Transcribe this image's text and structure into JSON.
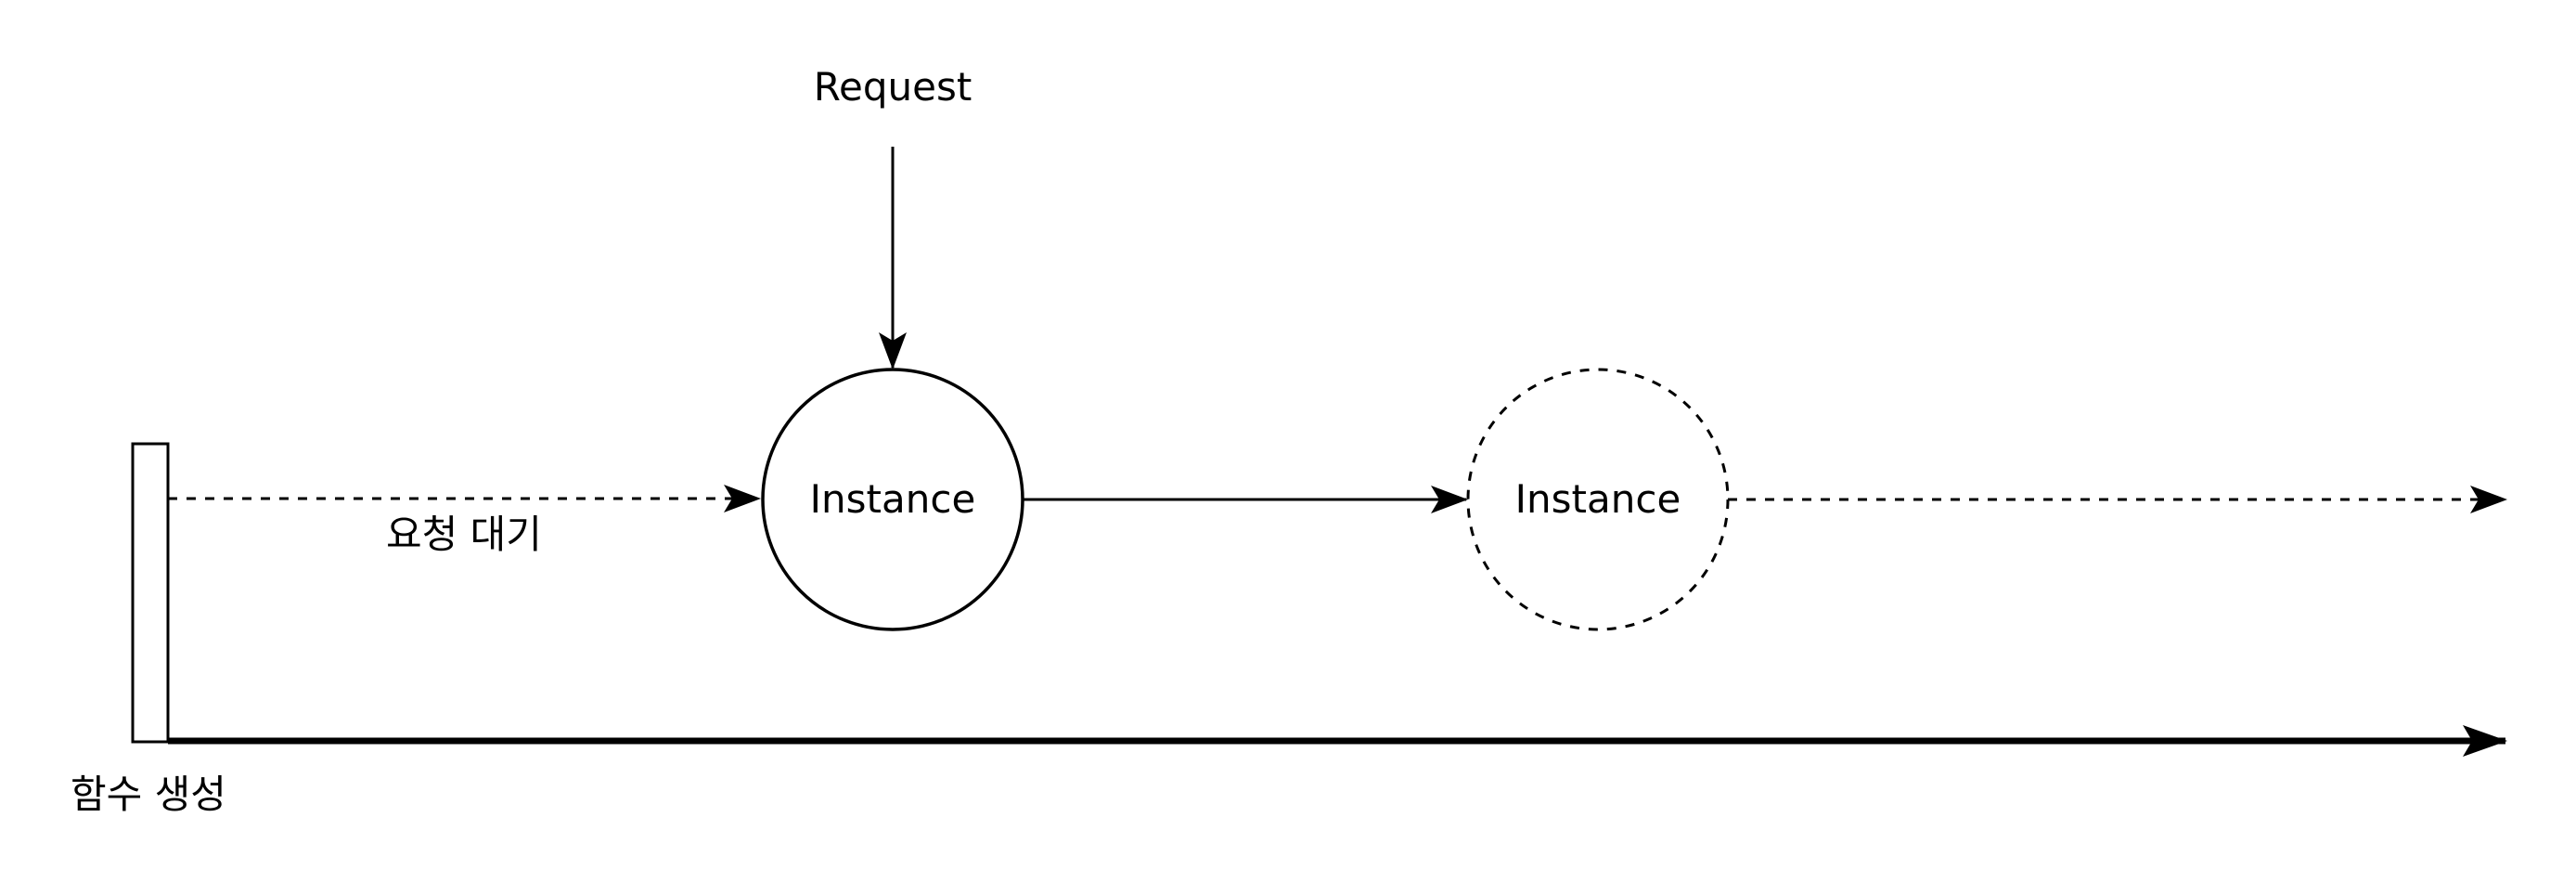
{
  "diagram": {
    "request_label": "Request",
    "instance_active_label": "Instance",
    "instance_idle_label": "Instance",
    "waiting_label": "요청 대기",
    "function_created_label": "함수 생성"
  }
}
